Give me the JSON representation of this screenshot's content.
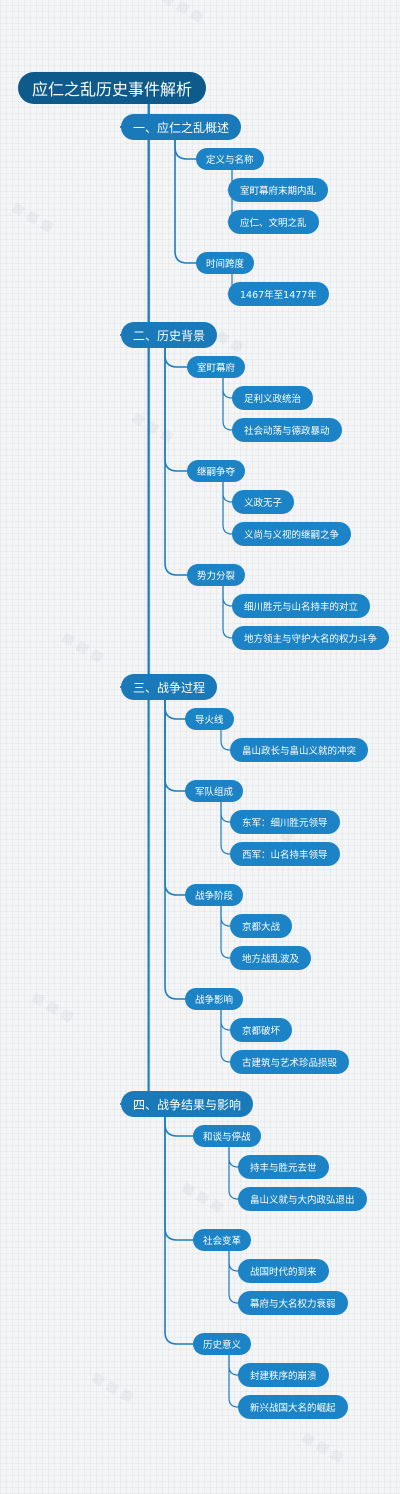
{
  "mindmap": {
    "root": "应仁之乱历史事件解析",
    "branches": [
      {
        "label": "一、应仁之乱概述",
        "children": [
          {
            "label": "定义与名称",
            "children": [
              "室町幕府末期内乱",
              "应仁、文明之乱"
            ]
          },
          {
            "label": "时间跨度",
            "children": [
              "1467年至1477年"
            ]
          }
        ]
      },
      {
        "label": "二、历史背景",
        "children": [
          {
            "label": "室町幕府",
            "children": [
              "足利义政统治",
              "社会动荡与德政暴动"
            ]
          },
          {
            "label": "继嗣争夺",
            "children": [
              "义政无子",
              "义尚与义视的继嗣之争"
            ]
          },
          {
            "label": "势力分裂",
            "children": [
              "细川胜元与山名持丰的对立",
              "地方领主与守护大名的权力斗争"
            ]
          }
        ]
      },
      {
        "label": "三、战争过程",
        "children": [
          {
            "label": "导火线",
            "children": [
              "畠山政长与畠山义就的冲突"
            ]
          },
          {
            "label": "军队组成",
            "children": [
              "东军：细川胜元领导",
              "西军：山名持丰领导"
            ]
          },
          {
            "label": "战争阶段",
            "children": [
              "京都大战",
              "地方战乱波及"
            ]
          },
          {
            "label": "战争影响",
            "children": [
              "京都破坏",
              "古建筑与艺术珍品损毁"
            ]
          }
        ]
      },
      {
        "label": "四、战争结果与影响",
        "children": [
          {
            "label": "和谈与停战",
            "children": [
              "持丰与胜元去世",
              "畠山义就与大内政弘退出"
            ]
          },
          {
            "label": "社会变革",
            "children": [
              "战国时代的到来",
              "幕府与大名权力衰弱"
            ]
          },
          {
            "label": "历史意义",
            "children": [
              "封建秩序的崩溃",
              "新兴战国大名的崛起"
            ]
          }
        ]
      }
    ]
  },
  "colors": {
    "root": "#0e5a8a",
    "branch": "#1979b9",
    "node": "#1c84c6",
    "link": "#1f7fc0",
    "background": "#f4f5f7"
  }
}
